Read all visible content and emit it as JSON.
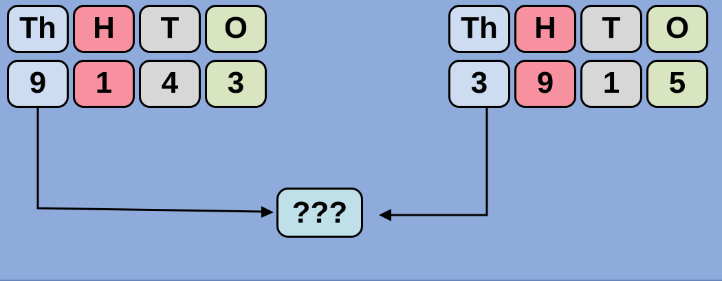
{
  "left_table": {
    "headers": [
      "Th",
      "H",
      "T",
      "O"
    ],
    "digits": [
      "9",
      "1",
      "4",
      "3"
    ]
  },
  "right_table": {
    "headers": [
      "Th",
      "H",
      "T",
      "O"
    ],
    "digits": [
      "3",
      "9",
      "1",
      "5"
    ]
  },
  "result_box": {
    "label": "???"
  },
  "colors": {
    "background": "#8eabdb",
    "thousands_cell": "#cedcf2",
    "hundreds_cell": "#f8919f",
    "tens_cell": "#d7d7d7",
    "ones_cell": "#d9e5c1",
    "result_box_fill": "#bfe0e9",
    "stroke": "#000000"
  }
}
